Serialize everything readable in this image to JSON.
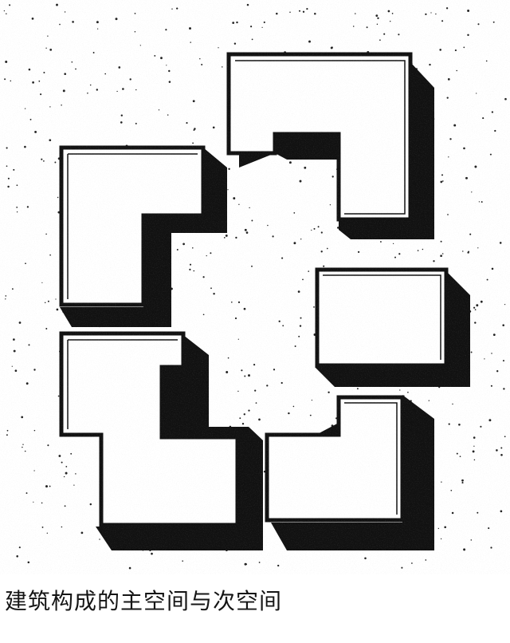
{
  "figure": {
    "caption": "建筑构成的主空间与次空间",
    "ink_color": "#111111",
    "paper_color": "#ffffff",
    "volumes": [
      "volume-top",
      "volume-upper-left",
      "volume-right",
      "volume-lower-left",
      "volume-lower-right"
    ]
  }
}
